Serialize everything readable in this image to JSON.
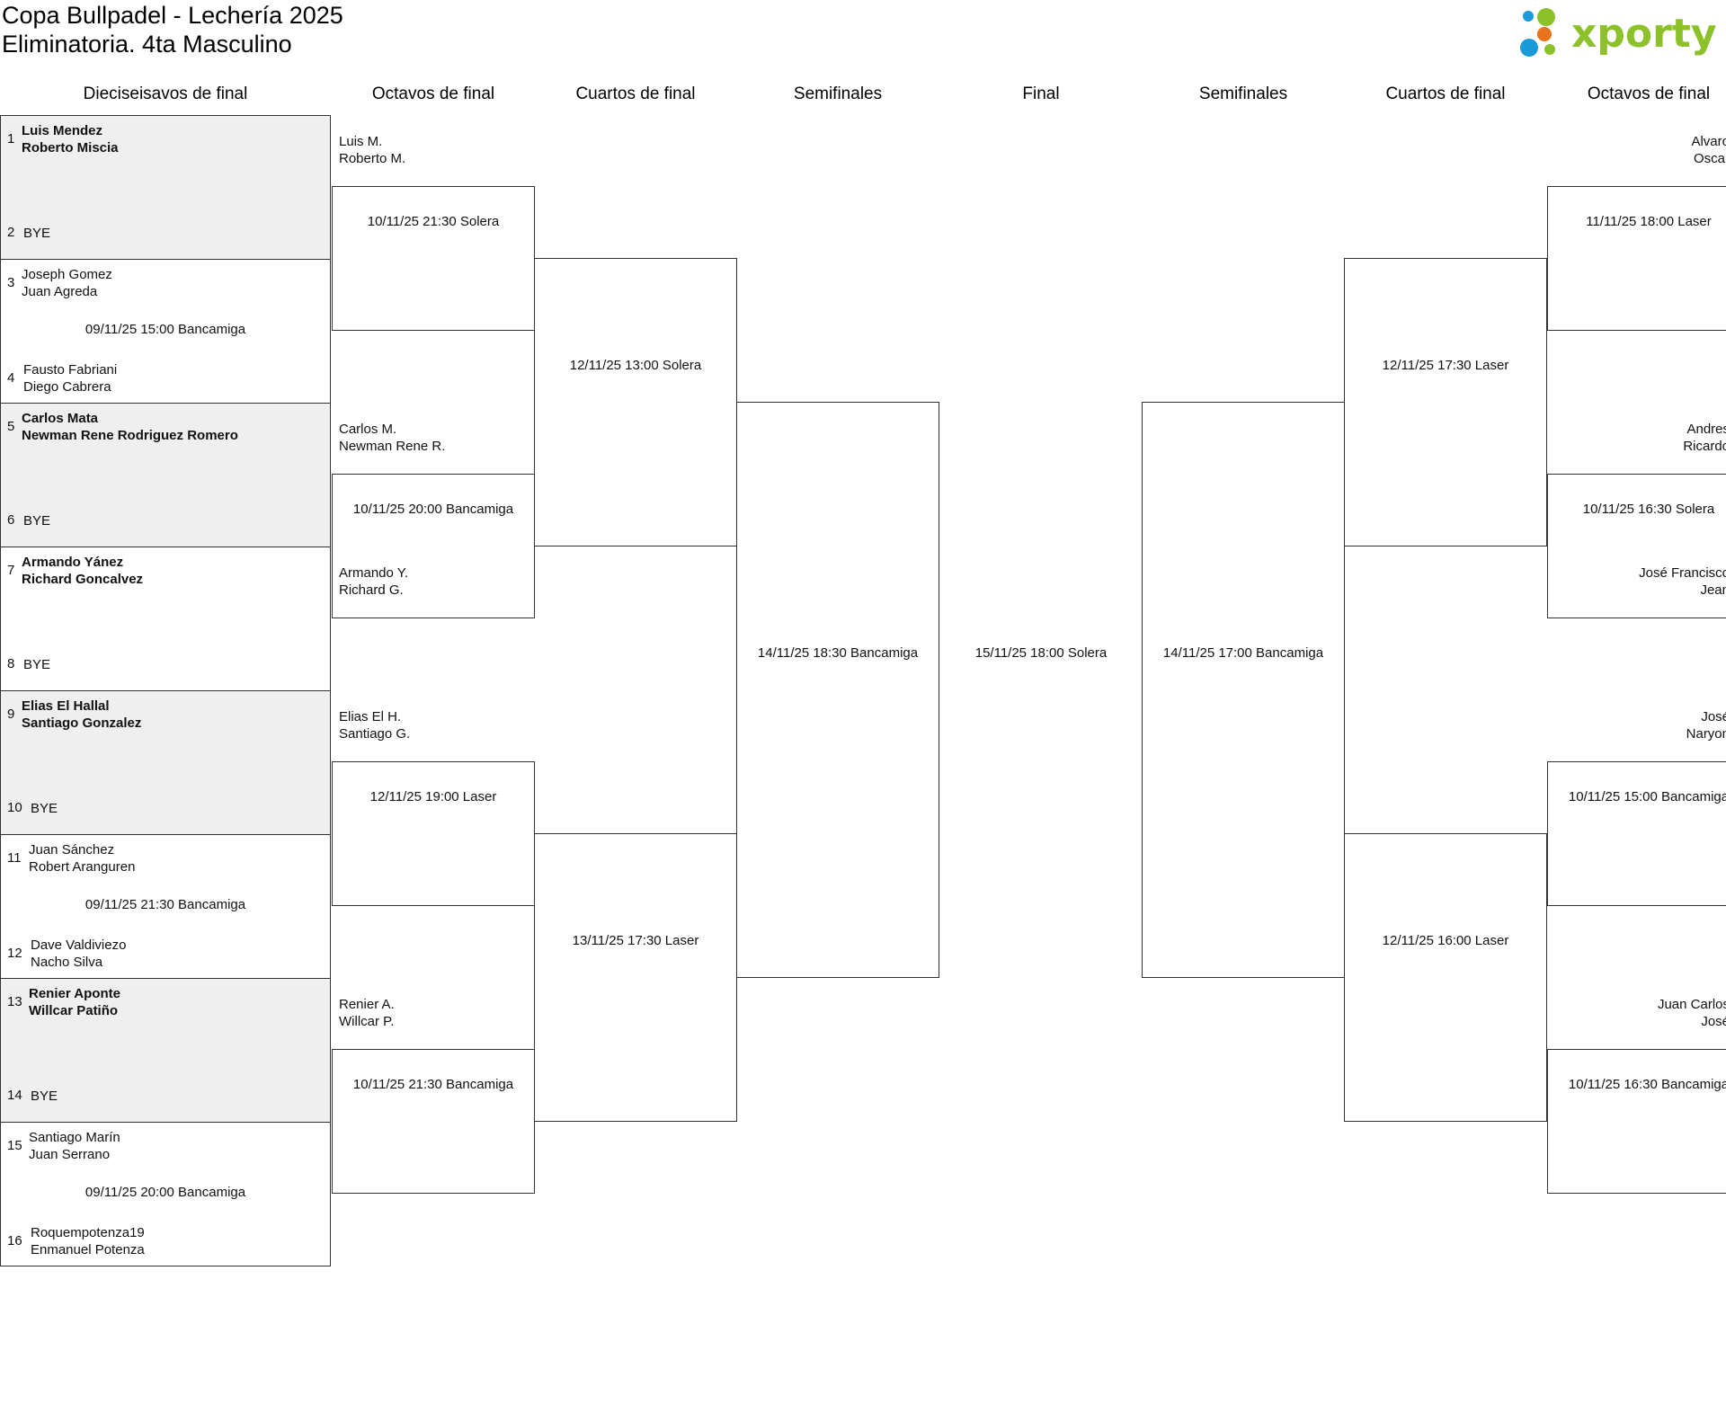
{
  "header": {
    "title_line1": "Copa Bullpadel - Lechería 2025",
    "title_line2": "Eliminatoria. 4ta Masculino"
  },
  "logo": {
    "text": "xporty",
    "icon": "xporty-dots-logo",
    "colors": [
      "#1a9ad8",
      "#e8731a",
      "#8cc12a"
    ]
  },
  "columns": [
    "Dieciseisavos de final",
    "Octavos de final",
    "Cuartos de final",
    "Semifinales",
    "Final",
    "Semifinales",
    "Cuartos de final",
    "Octavos de final"
  ],
  "round1": [
    {
      "shaded": true,
      "seed_a": "1",
      "players_a": [
        "Luis Mendez",
        "Roberto Miscia"
      ],
      "bold_a": true,
      "schedule": "",
      "seed_b": "2",
      "players_b": [
        "BYE"
      ],
      "bold_b": false
    },
    {
      "shaded": false,
      "seed_a": "3",
      "players_a": [
        "Joseph Gomez",
        "Juan Agreda"
      ],
      "bold_a": false,
      "schedule": "09/11/25 15:00 Bancamiga",
      "seed_b": "4",
      "players_b": [
        "Fausto Fabriani",
        "Diego Cabrera"
      ],
      "bold_b": false
    },
    {
      "shaded": true,
      "seed_a": "5",
      "players_a": [
        "Carlos Mata",
        "Newman Rene Rodriguez Romero"
      ],
      "bold_a": true,
      "schedule": "",
      "seed_b": "6",
      "players_b": [
        "BYE"
      ],
      "bold_b": false
    },
    {
      "shaded": false,
      "seed_a": "7",
      "players_a": [
        "Armando Yánez",
        "Richard Goncalvez"
      ],
      "bold_a": true,
      "schedule": "",
      "seed_b": "8",
      "players_b": [
        "BYE"
      ],
      "bold_b": false
    },
    {
      "shaded": true,
      "seed_a": "9",
      "players_a": [
        "Elias El Hallal",
        "Santiago Gonzalez"
      ],
      "bold_a": true,
      "schedule": "",
      "seed_b": "10",
      "players_b": [
        "BYE"
      ],
      "bold_b": false
    },
    {
      "shaded": false,
      "seed_a": "11",
      "players_a": [
        "Juan Sánchez",
        "Robert Aranguren"
      ],
      "bold_a": false,
      "schedule": "09/11/25 21:30 Bancamiga",
      "seed_b": "12",
      "players_b": [
        "Dave Valdiviezo",
        "Nacho Silva"
      ],
      "bold_b": false
    },
    {
      "shaded": true,
      "seed_a": "13",
      "players_a": [
        "Renier Aponte",
        "Willcar Patiño"
      ],
      "bold_a": true,
      "schedule": "",
      "seed_b": "14",
      "players_b": [
        "BYE"
      ],
      "bold_b": false
    },
    {
      "shaded": false,
      "seed_a": "15",
      "players_a": [
        "Santiago Marín",
        "Juan Serrano"
      ],
      "bold_a": false,
      "schedule": "09/11/25 20:00 Bancamiga",
      "seed_b": "16",
      "players_b": [
        "Roquempotenza19",
        "Enmanuel Potenza"
      ],
      "bold_b": false
    }
  ],
  "left_octavos": [
    {
      "schedule": "10/11/25 21:30 Solera",
      "team_top": [
        "Luis M.",
        "Roberto M."
      ],
      "team_bottom": []
    },
    {
      "schedule": "10/11/25 20:00 Bancamiga",
      "team_top": [
        "Carlos M.",
        "Newman Rene R."
      ],
      "team_bottom": [
        "Armando Y.",
        "Richard G."
      ]
    },
    {
      "schedule": "12/11/25 19:00 Laser",
      "team_top": [
        "Elias El H.",
        "Santiago G."
      ],
      "team_bottom": []
    },
    {
      "schedule": "10/11/25 21:30 Bancamiga",
      "team_top": [
        "Renier A.",
        "Willcar P."
      ],
      "team_bottom": []
    }
  ],
  "left_cuartos": [
    "12/11/25 13:00 Solera",
    "13/11/25 17:30 Laser"
  ],
  "left_semi": "14/11/25 18:30 Bancamiga",
  "final": "15/11/25 18:00 Solera",
  "right_semi": "14/11/25 17:00 Bancamiga",
  "right_cuartos": [
    "12/11/25 17:30 Laser",
    "12/11/25 16:00 Laser"
  ],
  "right_octavos": [
    {
      "schedule": "11/11/25 18:00 Laser",
      "team_top": [
        "Alvaro",
        "Oscar"
      ],
      "team_bottom": []
    },
    {
      "schedule": "10/11/25 16:30 Solera",
      "team_top": [
        "Andres",
        "Ricardo"
      ],
      "team_bottom": [
        "José Francisco",
        "Jean"
      ]
    },
    {
      "schedule": "10/11/25 15:00 Bancamiga",
      "team_top": [
        "José",
        "Naryon"
      ],
      "team_bottom": []
    },
    {
      "schedule": "10/11/25 16:30 Bancamiga",
      "team_top": [
        "Juan Carlos",
        "José"
      ],
      "team_bottom": []
    }
  ]
}
